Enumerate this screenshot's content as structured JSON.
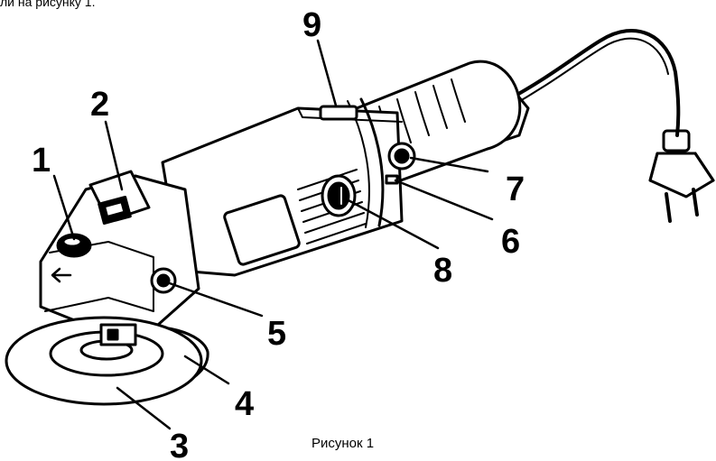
{
  "header_text": "ли на рисунку 1.",
  "caption": "Рисунок 1",
  "callouts": {
    "c1": "1",
    "c2": "2",
    "c3": "3",
    "c4": "4",
    "c5": "5",
    "c6": "6",
    "c7": "7",
    "c8": "8",
    "c9": "9"
  }
}
